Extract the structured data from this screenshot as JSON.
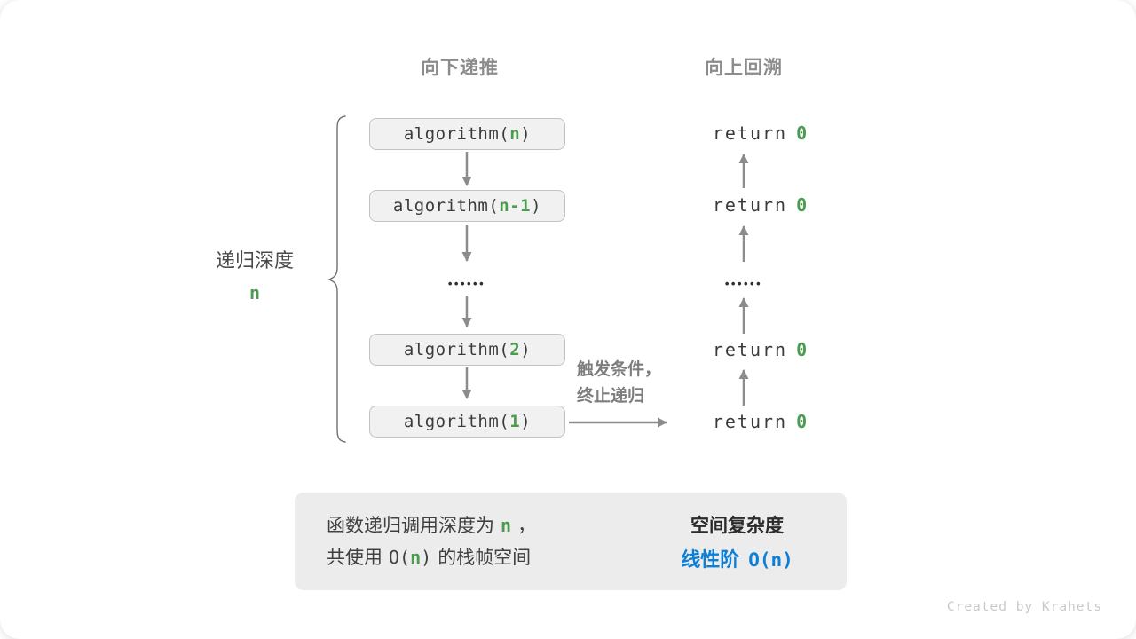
{
  "colors": {
    "green": "#4c9b4f",
    "blue": "#0d80d6",
    "arrow_gray": "#8c8c8c",
    "box_fill": "#f1f1f1",
    "summary_fill": "#ececec"
  },
  "headers": {
    "left": "向下递推",
    "right": "向上回溯"
  },
  "depth": {
    "title": "递归深度",
    "value": "n"
  },
  "call_stack": [
    {
      "pre": "algorithm(",
      "arg": "n",
      "post": ")"
    },
    {
      "pre": "algorithm(",
      "arg": "n-1",
      "post": ")"
    },
    {
      "pre": "algorithm(",
      "arg": "2",
      "post": ")"
    },
    {
      "pre": "algorithm(",
      "arg": "1",
      "post": ")"
    }
  ],
  "returns": [
    {
      "pre": "return",
      "value": "0"
    },
    {
      "pre": "return",
      "value": "0"
    },
    {
      "pre": "return",
      "value": "0"
    },
    {
      "pre": "return",
      "value": "0"
    }
  ],
  "dots": "••••••",
  "annotation": {
    "line1": "触发条件，",
    "line2": "终止递归"
  },
  "summary": {
    "line1": {
      "pre": "函数递归调用深度为",
      "arg": "n",
      "post": "，"
    },
    "line2": {
      "pre": "共使用",
      "code_open": "O(",
      "arg": "n",
      "code_close": ")",
      "post": "的栈帧空间"
    },
    "result_title": "空间复杂度",
    "result_label": "线性阶",
    "result_value": "O(n)"
  },
  "credit": "Created by Krahets"
}
